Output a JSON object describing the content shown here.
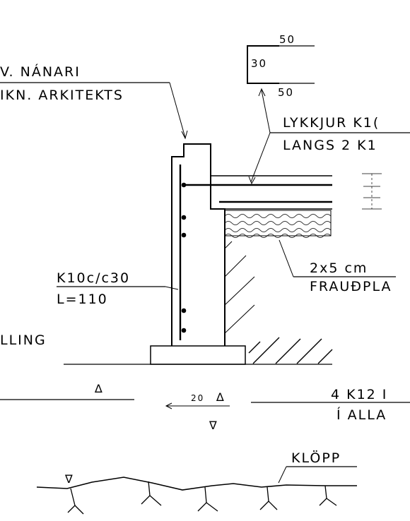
{
  "labels": {
    "dim_50_top": "50",
    "dim_30": "30",
    "dim_50_bottom": "50",
    "note_line1": "V. NÁNARI",
    "note_line2": "IKN. ARKITEKTS",
    "rebar_line1": "LYKKJUR K1(",
    "rebar_line2": "LANGS 2 K1",
    "insulation_line1": "2x5  cm",
    "insulation_line2": "FRAUÐPLA",
    "stirrup_line1": "K10c/c30",
    "stirrup_line2": "L=110",
    "partial_left": "LLING",
    "bottom_bars_line1": "4  K12  I",
    "bottom_bars_line2": "Í  ALLA",
    "rock": "KLÖPP",
    "small_dim": "20"
  }
}
